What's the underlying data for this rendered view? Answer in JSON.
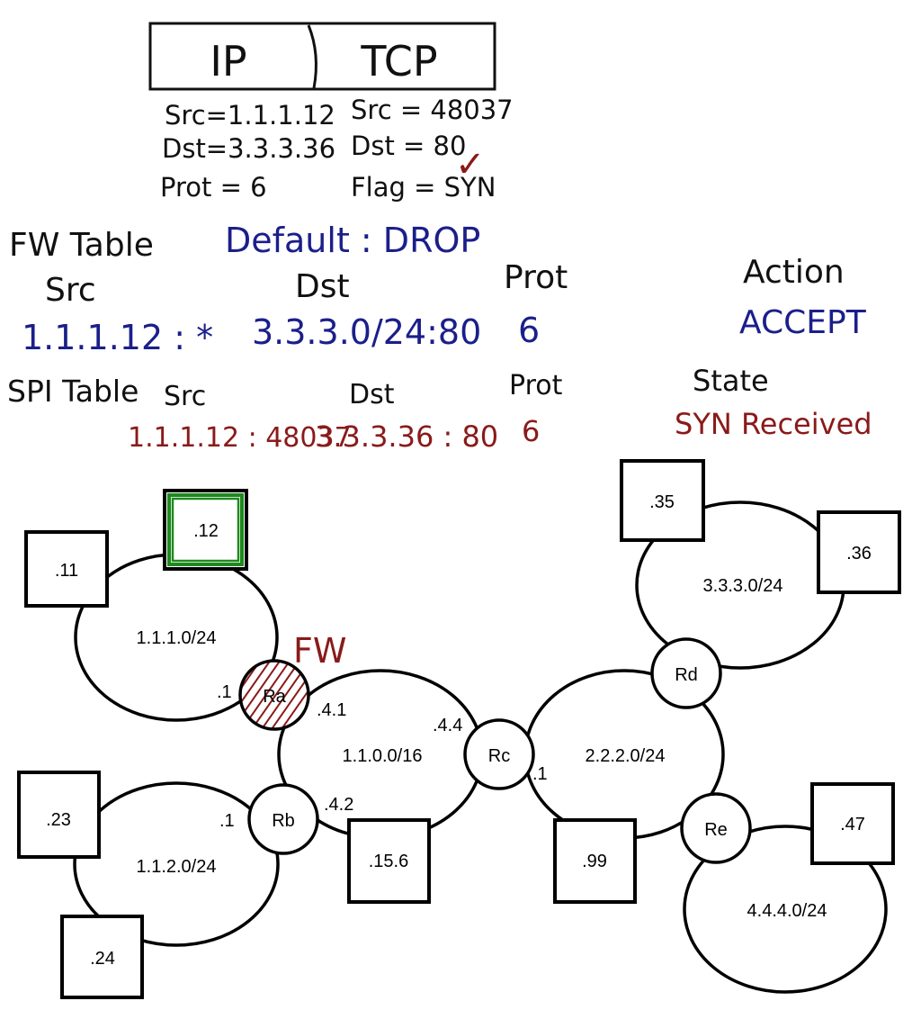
{
  "colors": {
    "ink": "#111111",
    "blue_ink": "#1b1f8a",
    "red_ink": "#8a1a1a",
    "green_highlight": "#1e8a1e",
    "background": "#ffffff"
  },
  "packet": {
    "ip_label": "IP",
    "tcp_label": "TCP",
    "ip_src": "Src=1.1.1.12",
    "ip_dst": "Dst=3.3.3.36",
    "ip_prot": "Prot = 6",
    "tcp_src": "Src = 48037",
    "tcp_dst": "Dst = 80",
    "tcp_flag": "Flag = SYN",
    "checkmark": "✓"
  },
  "fw_table": {
    "title": "FW Table",
    "default_policy": "Default : DROP",
    "headers": {
      "src": "Src",
      "dst": "Dst",
      "prot": "Prot",
      "action": "Action"
    },
    "row": {
      "src": "1.1.1.12 : *",
      "dst": "3.3.3.0/24:80",
      "prot": "6",
      "action": "ACCEPT"
    }
  },
  "spi_table": {
    "title": "SPI Table",
    "headers": {
      "src": "Src",
      "dst": "Dst",
      "prot": "Prot",
      "state": "State"
    },
    "row": {
      "src": "1.1.1.12 : 48037",
      "dst": "3.3.3.36 : 80",
      "prot": "6",
      "state": "SYN Received"
    }
  },
  "network": {
    "subnets": {
      "s1110": "1.1.1.0/24",
      "s1120": "1.1.2.0/24",
      "s1100": "1.1.0.0/16",
      "s2220": "2.2.2.0/24",
      "s3330": "3.3.3.0/24",
      "s4440": "4.4.4.0/24"
    },
    "hosts": {
      "h11": ".11",
      "h12": ".12",
      "h23": ".23",
      "h24": ".24",
      "h156": ".15.6",
      "h99": ".99",
      "h35": ".35",
      "h36": ".36",
      "h47": ".47"
    },
    "routers": {
      "ra": "Ra",
      "rb": "Rb",
      "rc": "Rc",
      "rd": "Rd",
      "re": "Re"
    },
    "interfaces": {
      "ra_left": ".1",
      "ra_right": ".4.1",
      "rb_left": ".1",
      "rb_right": ".4.2",
      "rc_left": ".4.4",
      "rc_right": ".1"
    },
    "fw_label": "FW"
  }
}
